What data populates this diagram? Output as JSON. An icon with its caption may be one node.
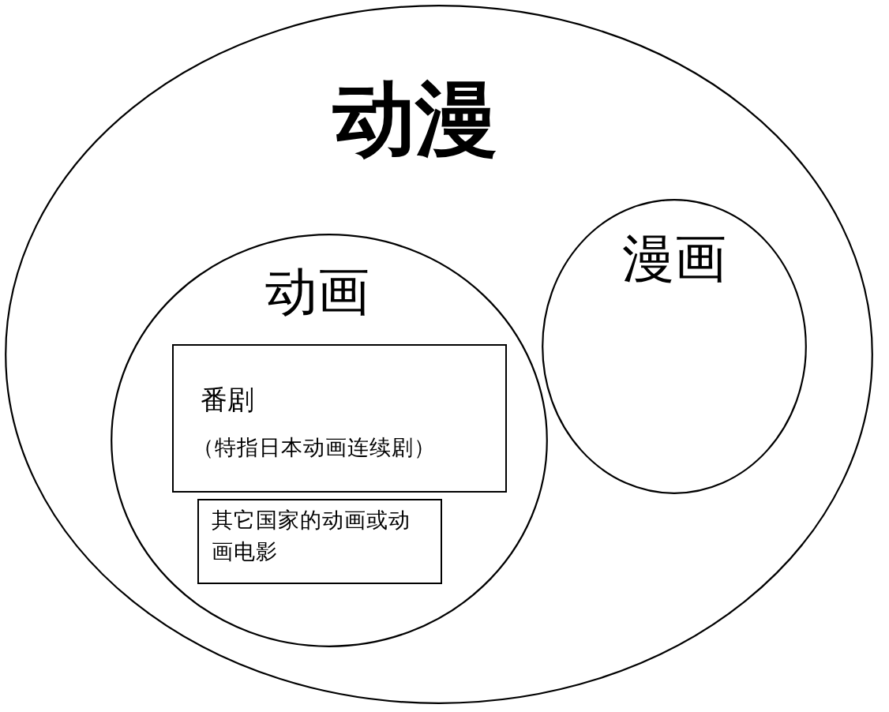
{
  "diagram": {
    "nodes": [
      {
        "text": [
          "动漫"
        ]
      },
      {
        "text": [
          "动画"
        ],
        "in": 0
      },
      {
        "text": [
          "番剧",
          "（特指日本动画连续剧）"
        ],
        "in": 1
      },
      {
        "text": [
          "其它国家的动画或动画电影"
        ],
        "in": 1
      },
      {
        "text": [
          "漫画"
        ],
        "in": 0
      }
    ]
  }
}
